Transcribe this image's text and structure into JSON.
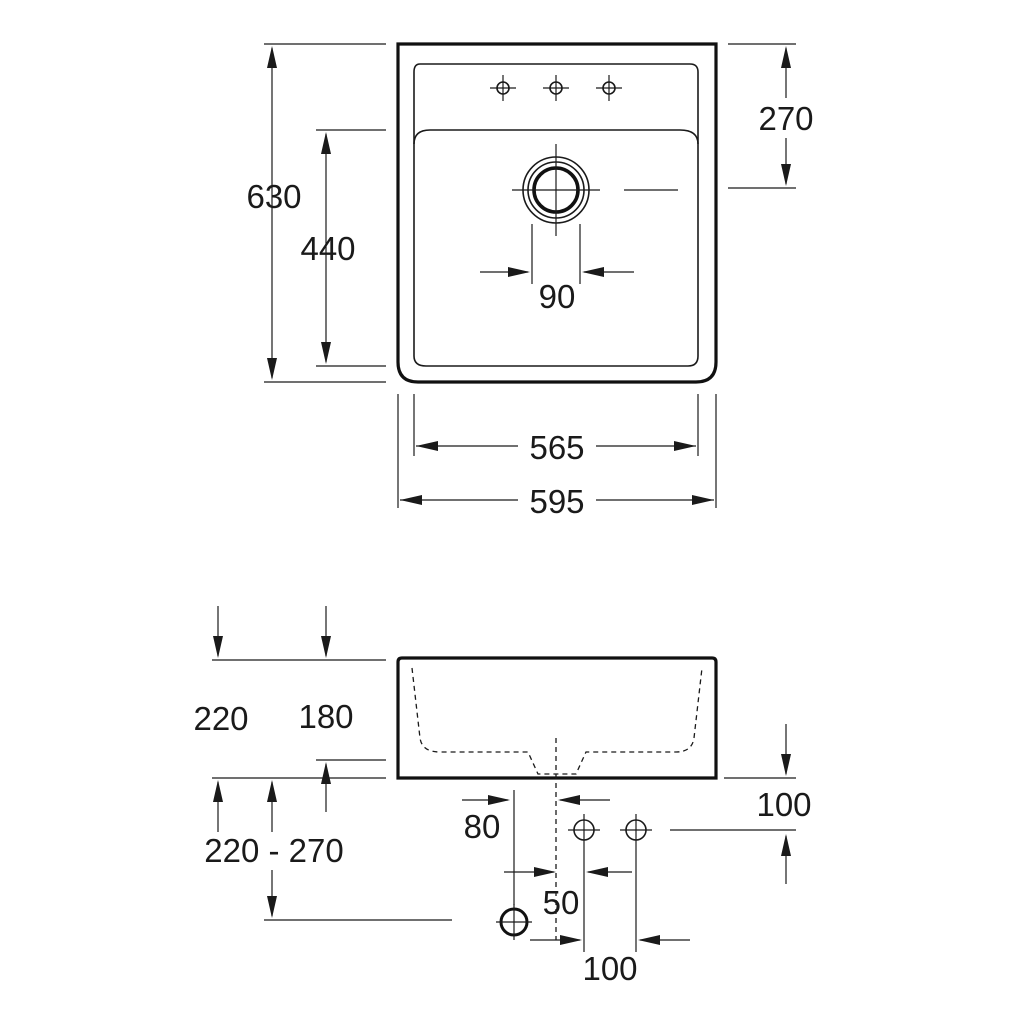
{
  "top_view": {
    "overall_height": "630",
    "bowl_height": "440",
    "drain_to_back": "270",
    "drain_diameter": "90",
    "bowl_width": "565",
    "overall_width": "595"
  },
  "front_view": {
    "height_outer": "220",
    "height_inner": "180",
    "mount_range": "220 - 270",
    "drain_offset": "80",
    "tap_height": "100",
    "waste_offset": "50",
    "tap_spacing": "100"
  }
}
